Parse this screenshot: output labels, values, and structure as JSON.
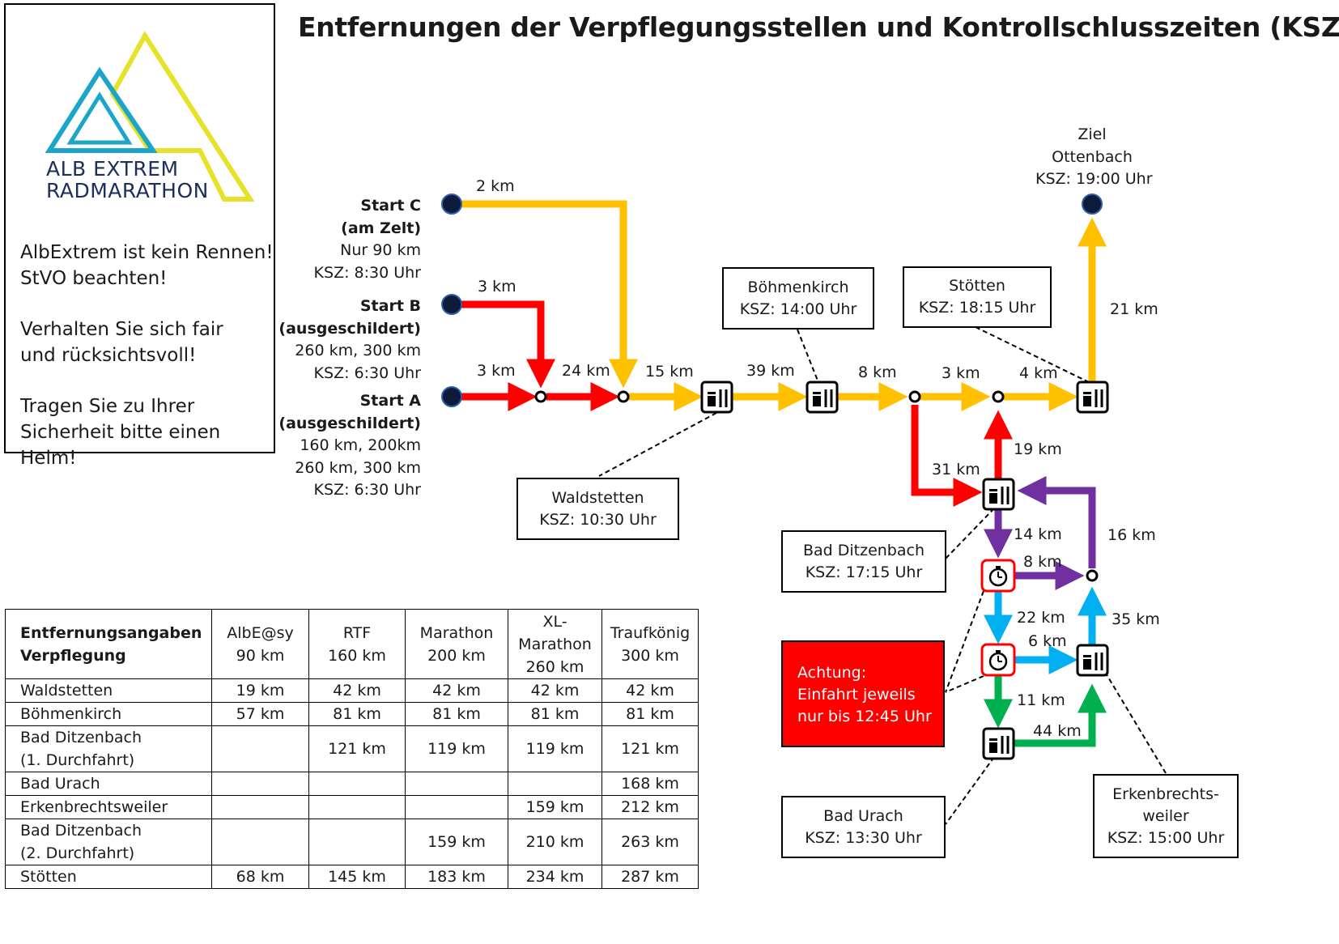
{
  "title": "Entfernungen der Verpflegungsstellen und Kontrollschlusszeiten (KSZ)",
  "colors": {
    "red": "#ff0000",
    "yellow": "#ffc000",
    "purple": "#7030a0",
    "blue": "#00b0f0",
    "green": "#00b050",
    "logo_blue": "#1ba6c9",
    "logo_yellow": "#e6e22a"
  },
  "logo": {
    "line1": "ALB EXTREM",
    "line2": "RADMARATHON"
  },
  "notices": [
    {
      "line1": "AlbExtrem ist kein Rennen!",
      "line2": "StVO beachten!"
    },
    {
      "line1": "Verhalten Sie sich fair",
      "line2": "und rücksichtsvoll!"
    },
    {
      "line1": "Tragen Sie zu Ihrer",
      "line2": "Sicherheit bitte einen Helm!"
    }
  ],
  "starts": {
    "c": {
      "name": "Start C",
      "sub": "(am Zelt)",
      "line3": "Nur 90 km",
      "ksz": "KSZ: 8:30 Uhr"
    },
    "b": {
      "name": "Start B",
      "sub": "(ausgeschildert)",
      "line3": "260 km, 300 km",
      "ksz": "KSZ: 6:30 Uhr"
    },
    "a": {
      "name": "Start A",
      "sub": "(ausgeschildert)",
      "line3": "160 km, 200km",
      "line4": "260 km, 300 km",
      "ksz": "KSZ: 6:30 Uhr"
    }
  },
  "finish": {
    "line1": "Ziel",
    "line2": "Ottenbach",
    "ksz": "KSZ: 19:00 Uhr"
  },
  "stations": {
    "waldstetten": {
      "name": "Waldstetten",
      "ksz": "KSZ: 10:30 Uhr"
    },
    "boehmenkirch": {
      "name": "Böhmenkirch",
      "ksz": "KSZ: 14:00 Uhr"
    },
    "stoetten": {
      "name": "Stötten",
      "ksz": "KSZ: 18:15 Uhr"
    },
    "bad_ditzenbach": {
      "name": "Bad Ditzenbach",
      "ksz": "KSZ: 17:15 Uhr"
    },
    "bad_urach": {
      "name": "Bad Urach",
      "ksz": "KSZ: 13:30 Uhr"
    },
    "erkenbrechtsweiler": {
      "line1": "Erkenbrechts-",
      "line2": "weiler",
      "ksz": "KSZ: 15:00 Uhr"
    }
  },
  "warning": {
    "line1": "Achtung:",
    "line2": "Einfahrt jeweils",
    "line3": "nur bis 12:45 Uhr"
  },
  "distances": {
    "c_seg": "2 km",
    "b_seg": "3 km",
    "a_seg": "3 km",
    "ab_seg": "24 km",
    "to_wald": "15 km",
    "wald_boehm": "39 km",
    "boehm_j1": "8 km",
    "j1_j2": "3 km",
    "j2_stoetten": "4 km",
    "stoetten_ziel": "21 km",
    "j1_bd": "31 km",
    "bd_j2": "19 km",
    "bd_t1": "14 km",
    "t1_pj": "8 km",
    "pj_bd": "16 km",
    "t1_t2": "22 km",
    "t2_erk": "6 km",
    "erk_pj": "35 km",
    "t2_urach": "11 km",
    "urach_erk": "44 km"
  },
  "table": {
    "header": {
      "col0_line1": "Entfernungsangaben",
      "col0_line2": "Verpflegung"
    },
    "columns": [
      {
        "line1": "AlbE@sy",
        "line2": "90 km"
      },
      {
        "line1": "RTF",
        "line2": "160 km"
      },
      {
        "line1": "Marathon",
        "line2": "200 km"
      },
      {
        "line1": "XL-",
        "line2": "Marathon",
        "line3": "260 km"
      },
      {
        "line1": "Traufkönig",
        "line2": "300 km"
      }
    ],
    "rows": [
      {
        "line1": "Waldstetten",
        "line2": "",
        "values": [
          "19 km",
          "42 km",
          "42 km",
          "42 km",
          "42 km"
        ]
      },
      {
        "line1": "Böhmenkirch",
        "line2": "",
        "values": [
          "57 km",
          "81 km",
          "81 km",
          "81 km",
          "81 km"
        ]
      },
      {
        "line1": "Bad Ditzenbach",
        "line2": "(1. Durchfahrt)",
        "values": [
          "",
          "121 km",
          "119 km",
          "119 km",
          "121 km"
        ]
      },
      {
        "line1": "Bad Urach",
        "line2": "",
        "values": [
          "",
          "",
          "",
          "",
          "168 km"
        ]
      },
      {
        "line1": "Erkenbrechtsweiler",
        "line2": "",
        "values": [
          "",
          "",
          "",
          "159 km",
          "212 km"
        ]
      },
      {
        "line1": "Bad Ditzenbach",
        "line2": "(2. Durchfahrt)",
        "values": [
          "",
          "",
          "159 km",
          "210 km",
          "263 km"
        ]
      },
      {
        "line1": "Stötten",
        "line2": "",
        "values": [
          "68 km",
          "145 km",
          "183 km",
          "234 km",
          "287 km"
        ]
      }
    ]
  }
}
